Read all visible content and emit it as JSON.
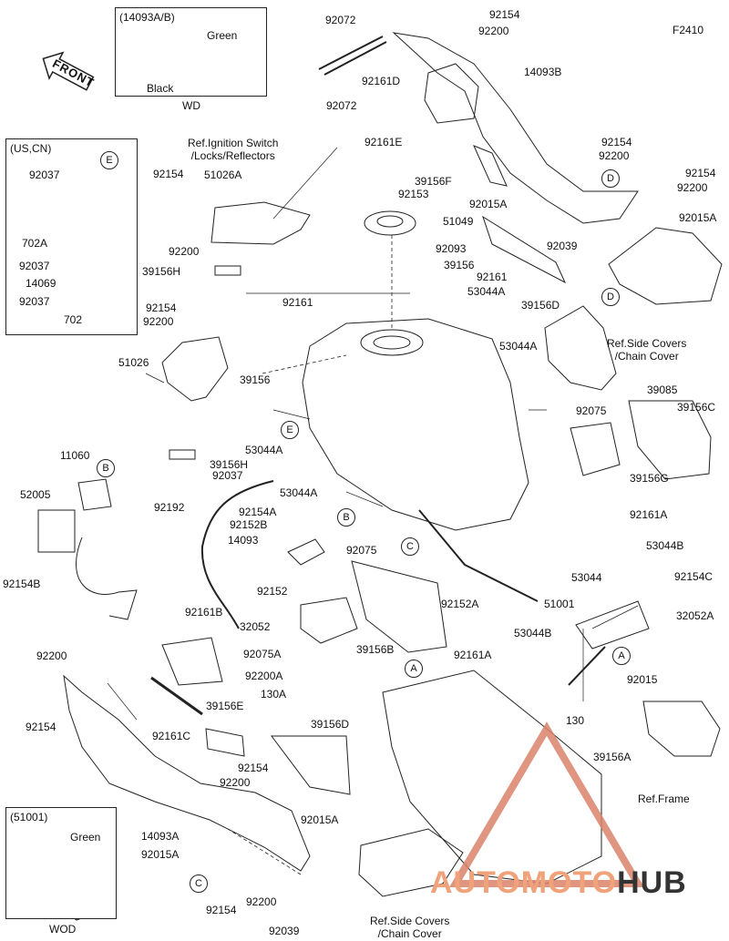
{
  "diagram_code": "F2410",
  "front_label": "FRONT",
  "watermark": {
    "part1": "AUTOMOTO",
    "part2": "HUB"
  },
  "boxes": {
    "wd": {
      "title": "(14093A/B)",
      "green": "Green",
      "black": "Black",
      "caption": "WD"
    },
    "us_cn": {
      "title": "(US,CN)"
    },
    "wod": {
      "title": "(51001)",
      "green": "Green",
      "caption": "WOD"
    }
  },
  "refs": {
    "ignition": "Ref.Ignition Switch\n/Locks/Reflectors",
    "side_covers_top": "Ref.Side Covers\n/Chain Cover",
    "frame": "Ref.Frame",
    "side_covers_bottom": "Ref.Side Covers\n/Chain Cover"
  },
  "circle_letters": [
    "E",
    "B",
    "C",
    "D",
    "D",
    "E",
    "B",
    "C",
    "A",
    "A",
    "C"
  ],
  "labels": [
    "92072",
    "92072",
    "92154",
    "92200",
    "14093B",
    "92161D",
    "92161E",
    "39156F",
    "92154",
    "92200",
    "92154",
    "92200",
    "92015A",
    "92015A",
    "92039",
    "92153",
    "51049",
    "92093",
    "39156",
    "92161",
    "53044A",
    "53044A",
    "39156D",
    "39085",
    "39156C",
    "92075",
    "39156G",
    "92161A",
    "53044B",
    "92154C",
    "32052A",
    "53044",
    "92015",
    "51001",
    "53044B",
    "92152A",
    "92161A",
    "130",
    "39156A",
    "92154",
    "51026A",
    "92200",
    "39156H",
    "92154",
    "92200",
    "92161",
    "51026",
    "39156",
    "53044A",
    "39156H",
    "92037",
    "53044A",
    "92192",
    "92154A",
    "92152B",
    "14093",
    "92152",
    "32052",
    "92075A",
    "92200A",
    "130A",
    "92075",
    "39156B",
    "92161B",
    "92161C",
    "39156E",
    "39156D",
    "92154",
    "92200",
    "92015A",
    "14093A",
    "92015A",
    "92154",
    "92200",
    "92039",
    "92200",
    "92154",
    "11060",
    "52005",
    "92154B",
    "92037",
    "702A",
    "92037",
    "14069",
    "92037",
    "702"
  ]
}
